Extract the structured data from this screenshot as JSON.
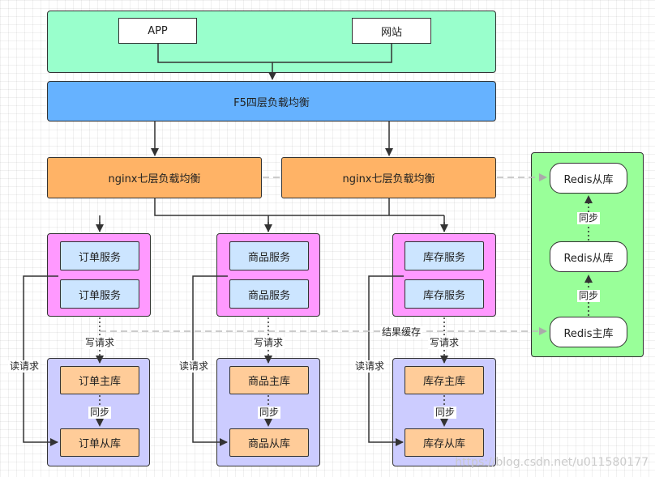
{
  "clients": {
    "app": "APP",
    "website": "网站"
  },
  "f5": "F5四层负载均衡",
  "nginx": [
    "nginx七层负载均衡",
    "nginx七层负载均衡"
  ],
  "services": {
    "order": [
      "订单服务",
      "订单服务"
    ],
    "product": [
      "商品服务",
      "商品服务"
    ],
    "stock": [
      "库存服务",
      "库存服务"
    ]
  },
  "databases": {
    "order": {
      "master": "订单主库",
      "slave": "订单从库"
    },
    "product": {
      "master": "商品主库",
      "slave": "商品从库"
    },
    "stock": {
      "master": "库存主库",
      "slave": "库存从库"
    }
  },
  "redis": {
    "slave1": "Redis从库",
    "slave2": "Redis从库",
    "master": "Redis主库"
  },
  "labels": {
    "read": "读请求",
    "write": "写请求",
    "sync": "同步",
    "cache": "结果缓存"
  },
  "watermark": "https://blog.csdn.net/u011580177",
  "colors": {
    "client_panel": "#99ffcc",
    "f5": "#66b2ff",
    "nginx": "#ffb366",
    "service_group": "#ff99ff",
    "service": "#cce5ff",
    "db_group": "#ccccff",
    "db": "#ffcc99",
    "redis_panel": "#99ff99"
  }
}
